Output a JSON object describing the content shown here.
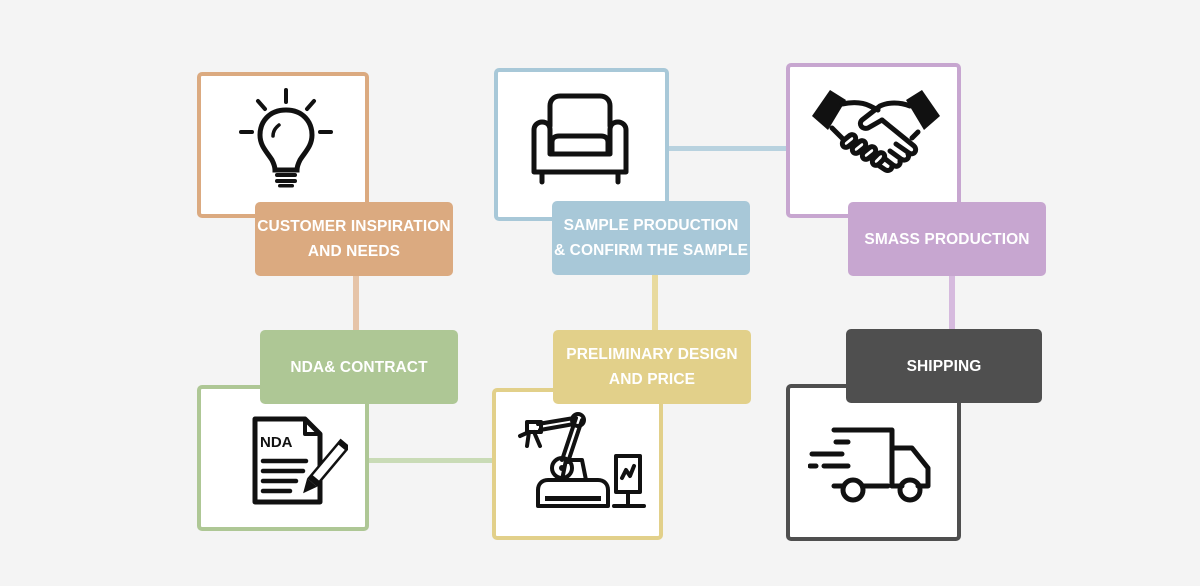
{
  "steps": [
    {
      "id": "customer",
      "line1": "CUSTOMER INSPIRATION",
      "line2": "AND NEEDS",
      "color": "#dbaa80",
      "icon": "lightbulb-icon"
    },
    {
      "id": "nda",
      "line1": "NDA& CONTRACT",
      "line2": "",
      "color": "#aec795",
      "icon": "nda-document-icon"
    },
    {
      "id": "preliminary",
      "line1": "PRELIMINARY DESIGN",
      "line2": "AND PRICE",
      "color": "#e2d08a",
      "icon": "robotic-arm-icon"
    },
    {
      "id": "sample",
      "line1": "SAMPLE PRODUCTION",
      "line2": "& CONFIRM THE SAMPLE",
      "color": "#a8c8d8",
      "icon": "armchair-icon"
    },
    {
      "id": "mass",
      "line1": "SMASS PRODUCTION",
      "line2": "",
      "color": "#c7a6d0",
      "icon": "handshake-icon"
    },
    {
      "id": "shipping",
      "line1": "SHIPPING",
      "line2": "",
      "color": "#4f4f4f",
      "icon": "delivery-truck-icon"
    }
  ],
  "nda_icon_text": "NDA"
}
